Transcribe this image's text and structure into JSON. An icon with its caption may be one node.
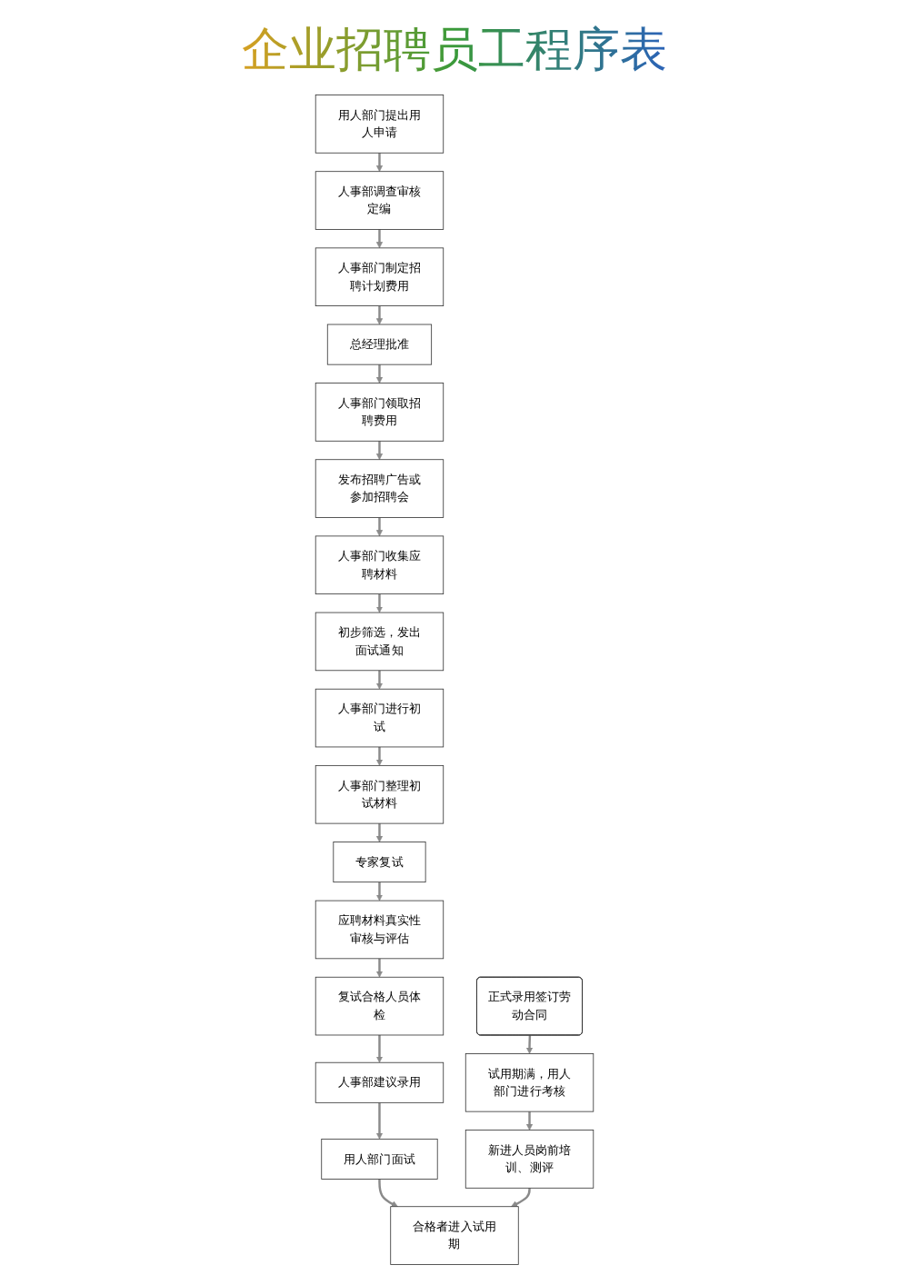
{
  "diagram": {
    "title": "企业招聘员工程序表",
    "nodes": [
      {
        "text": [
          "用人部门提出用人申请"
        ]
      },
      {
        "text": [
          "人事部调查审核定编"
        ]
      },
      {
        "text": [
          "人事部门制定招聘计划费用"
        ]
      },
      {
        "text": [
          "总经理批准"
        ]
      },
      {
        "text": [
          "人事部门领取招聘费用"
        ]
      },
      {
        "text": [
          "发布招聘广告或参加招聘会"
        ]
      },
      {
        "text": [
          "人事部门收集应聘材料"
        ]
      },
      {
        "text": [
          "初步筛选，发出面试通知"
        ]
      },
      {
        "text": [
          "人事部门进行初试"
        ]
      },
      {
        "text": [
          "人事部门整理初试材料"
        ]
      },
      {
        "text": [
          "专家复试"
        ]
      },
      {
        "text": [
          "应聘材料真实性审核与评估"
        ]
      },
      {
        "text": [
          "复试合格人员体检"
        ]
      },
      {
        "text": [
          "人事部建议录用"
        ]
      },
      {
        "text": [
          "用人部门面试"
        ]
      },
      {
        "text": [
          "正式录用签订劳动合同"
        ]
      },
      {
        "text": [
          "试用期满，用人部门进行考核"
        ]
      },
      {
        "text": [
          "新进人员岗前培训、测评"
        ]
      },
      {
        "text": [
          "合格者进入试用期"
        ]
      }
    ],
    "edges": [
      {
        "from": 0,
        "to": 1,
        "arrow": "to"
      },
      {
        "from": 1,
        "to": 2,
        "arrow": "to"
      },
      {
        "from": 2,
        "to": 3,
        "arrow": "to"
      },
      {
        "from": 3,
        "to": 4,
        "arrow": "to"
      },
      {
        "from": 4,
        "to": 5,
        "arrow": "to"
      },
      {
        "from": 5,
        "to": 6,
        "arrow": "to"
      },
      {
        "from": 6,
        "to": 7,
        "arrow": "to"
      },
      {
        "from": 7,
        "to": 8,
        "arrow": "to"
      },
      {
        "from": 8,
        "to": 9,
        "arrow": "to"
      },
      {
        "from": 9,
        "to": 10,
        "arrow": "to"
      },
      {
        "from": 10,
        "to": 11,
        "arrow": "to"
      },
      {
        "from": 11,
        "to": 12,
        "arrow": "to"
      },
      {
        "from": 12,
        "to": 13,
        "arrow": "to"
      },
      {
        "from": 13,
        "to": 14,
        "arrow": "to"
      },
      {
        "from": 14,
        "to": 18,
        "arrow": "to"
      },
      {
        "from": 15,
        "to": 16,
        "arrow": "to"
      },
      {
        "from": 16,
        "to": 17,
        "arrow": "to"
      },
      {
        "from": 17,
        "to": 18,
        "arrow": "to"
      }
    ]
  }
}
